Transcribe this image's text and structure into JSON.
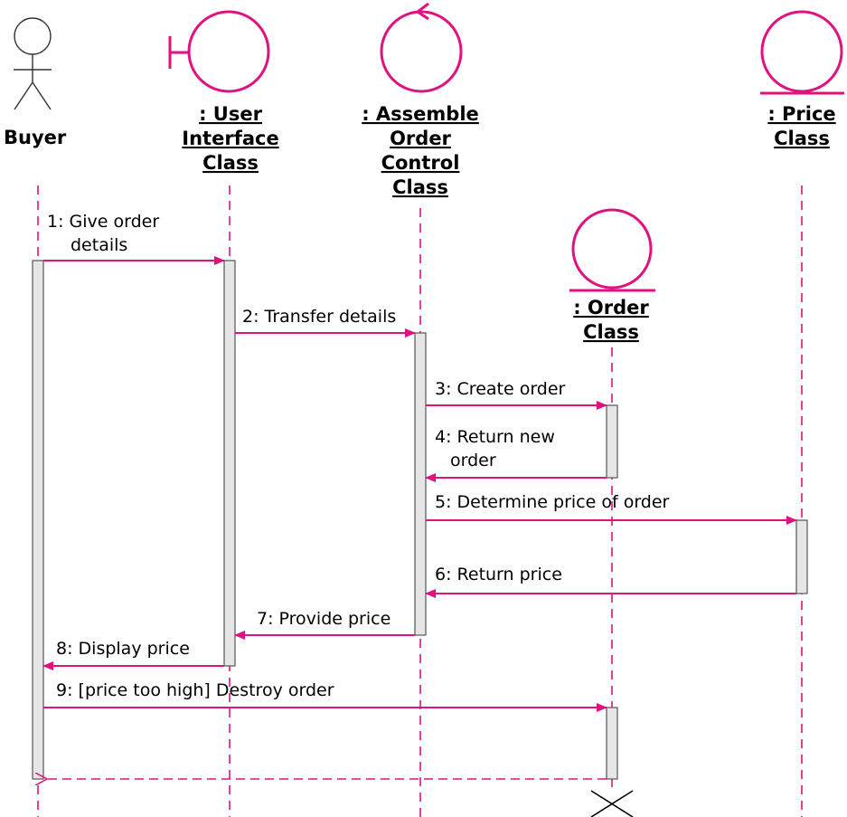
{
  "diagram": {
    "participants": [
      {
        "id": "buyer",
        "type": "actor",
        "label_lines": [
          "Buyer"
        ]
      },
      {
        "id": "ui",
        "type": "boundary",
        "label_lines": [
          ": User",
          "Interface",
          "Class"
        ]
      },
      {
        "id": "control",
        "type": "control",
        "label_lines": [
          ": Assemble",
          "Order",
          "Control",
          "Class"
        ]
      },
      {
        "id": "order",
        "type": "entity",
        "label_lines": [
          ": Order",
          "Class"
        ]
      },
      {
        "id": "price",
        "type": "entity",
        "label_lines": [
          ": Price",
          "Class"
        ]
      }
    ],
    "messages": [
      {
        "from": "buyer",
        "to": "ui",
        "label_lines": [
          "1: Give order",
          "details"
        ],
        "style": "sync"
      },
      {
        "from": "ui",
        "to": "control",
        "label_lines": [
          "2: Transfer details"
        ],
        "style": "sync"
      },
      {
        "from": "control",
        "to": "order",
        "label_lines": [
          "3: Create order"
        ],
        "style": "sync"
      },
      {
        "from": "order",
        "to": "control",
        "label_lines": [
          "4: Return new",
          "order"
        ],
        "style": "sync"
      },
      {
        "from": "control",
        "to": "price",
        "label_lines": [
          "5: Determine price of order"
        ],
        "style": "sync"
      },
      {
        "from": "price",
        "to": "control",
        "label_lines": [
          "6: Return price"
        ],
        "style": "sync"
      },
      {
        "from": "control",
        "to": "ui",
        "label_lines": [
          "7: Provide price"
        ],
        "style": "sync"
      },
      {
        "from": "ui",
        "to": "buyer",
        "label_lines": [
          "8: Display price"
        ],
        "style": "sync"
      },
      {
        "from": "buyer",
        "to": "order",
        "label_lines": [
          "9: [price too high] Destroy order"
        ],
        "style": "sync"
      },
      {
        "from": "order",
        "to": "buyer",
        "label_lines": [],
        "style": "return"
      }
    ],
    "colors": {
      "accent": "#e0127f",
      "activation_fill": "#e6e6e6",
      "text": "#000000"
    },
    "icons": [
      "actor-icon",
      "boundary-icon",
      "control-icon",
      "entity-icon",
      "destroy-x-icon"
    ]
  }
}
